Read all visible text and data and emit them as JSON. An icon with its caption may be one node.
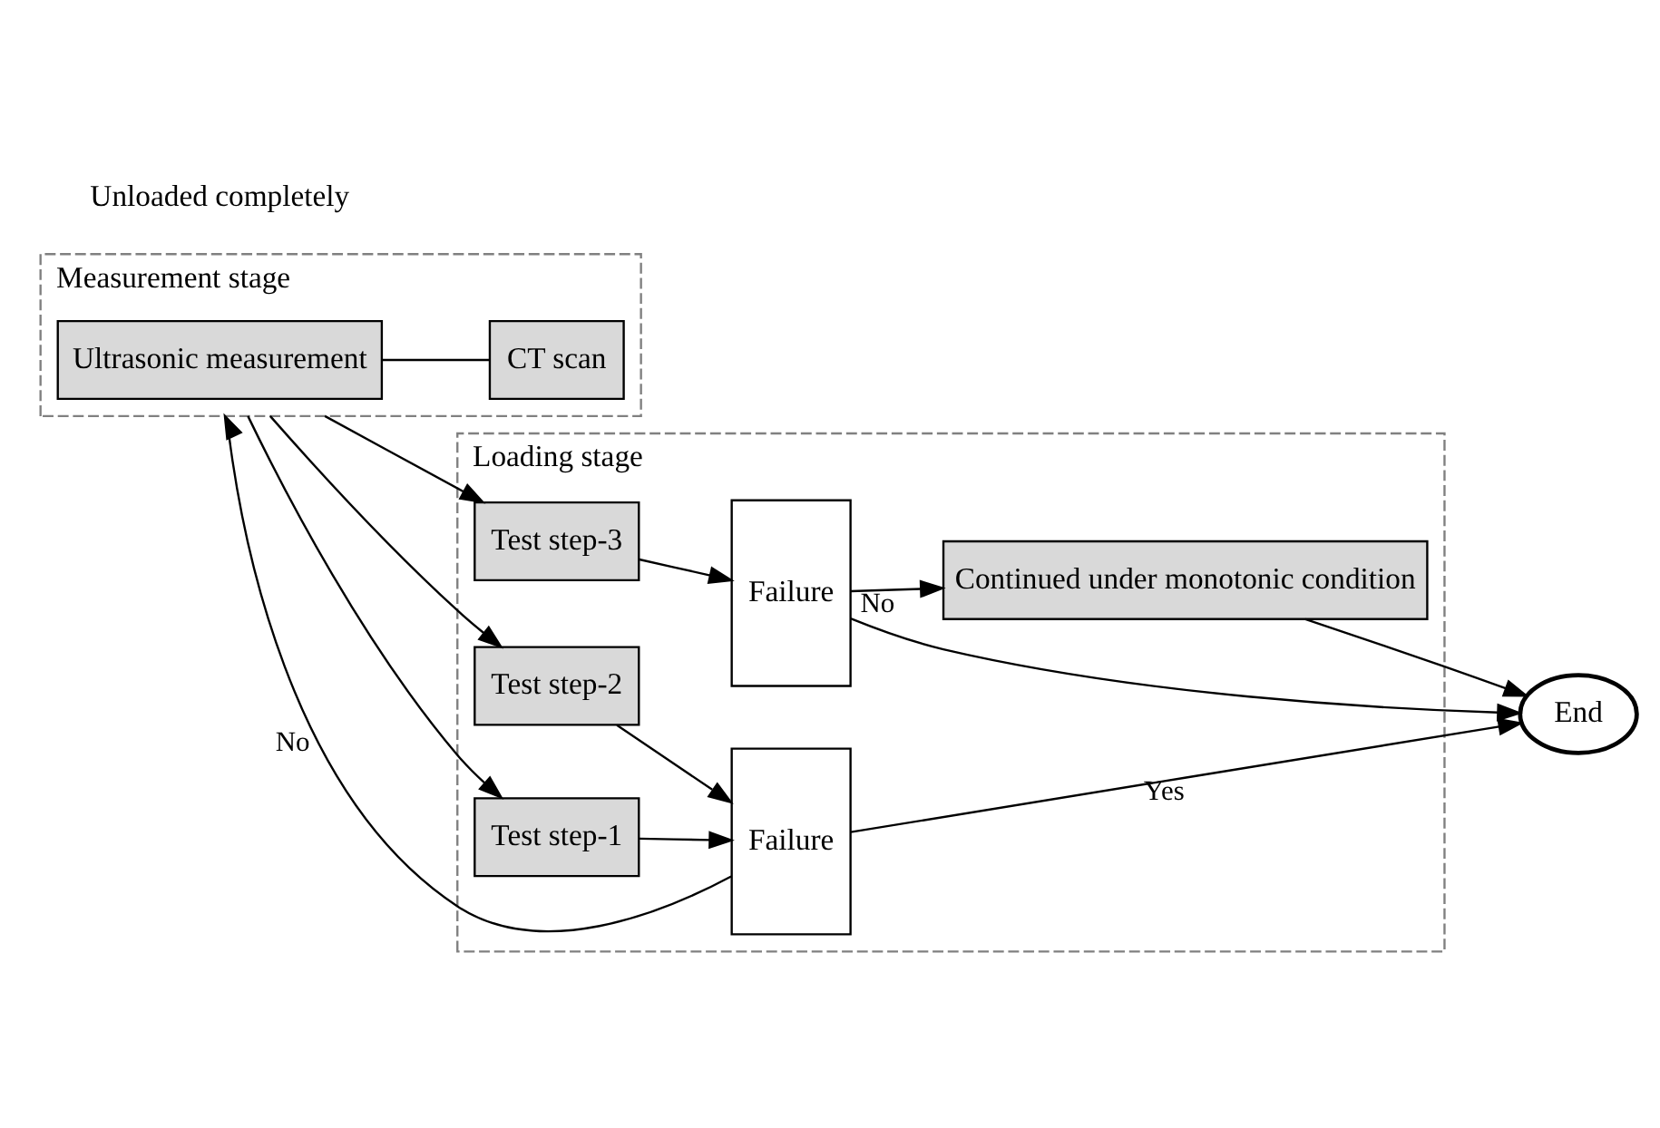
{
  "diagram": {
    "nodes": [
      {
        "text": [
          "Measurement stage"
        ]
      },
      {
        "text": [
          "Ultrasonic measurement"
        ],
        "in": 0
      },
      {
        "text": [
          "CT scan"
        ],
        "in": 0
      },
      {
        "text": [
          "Loading stage"
        ]
      },
      {
        "text": [
          "Test step-1"
        ],
        "in": 3
      },
      {
        "text": [
          "Test step-2"
        ],
        "in": 3
      },
      {
        "text": [
          "Test step-3"
        ],
        "in": 3
      },
      {
        "text": [
          "Failure"
        ],
        "in": 3
      },
      {
        "text": [
          "Failure"
        ],
        "in": 3
      },
      {
        "text": [
          "Continued under monotonic condition"
        ],
        "in": 3
      },
      {
        "text": [
          "End"
        ]
      }
    ],
    "edges": [
      {
        "from": 7,
        "to": 0,
        "arrow": "to",
        "label": "No"
      },
      {
        "from": 0,
        "to": 4,
        "arrow": "to"
      },
      {
        "from": 0,
        "to": 5,
        "arrow": "to"
      },
      {
        "from": 0,
        "to": 6,
        "arrow": "to"
      },
      {
        "from": 1,
        "to": 2,
        "arrow": "none"
      },
      {
        "from": 4,
        "to": 7,
        "arrow": "to"
      },
      {
        "from": 5,
        "to": 7,
        "arrow": "to"
      },
      {
        "from": 6,
        "to": 8,
        "arrow": "to"
      },
      {
        "from": 7,
        "to": 10,
        "arrow": "to",
        "label": "Yes"
      },
      {
        "from": 8,
        "to": 10,
        "arrow": "to"
      },
      {
        "from": 8,
        "to": 9,
        "arrow": "to",
        "label": "No"
      },
      {
        "from": 9,
        "to": 10,
        "arrow": "to"
      }
    ],
    "labels": [
      "Unloaded completely"
    ]
  }
}
